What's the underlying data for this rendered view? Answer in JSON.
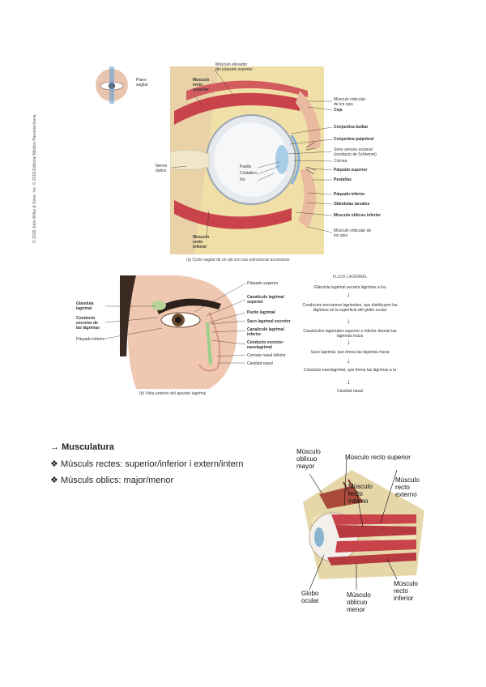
{
  "figure_a": {
    "copyright": "© 2018 John Wiley & Sons, Inc. © 2018 Editorial Médica Panamericana",
    "thumb_label": "Plano\nsagital",
    "caption": "(a) Corte sagital de un ojo con sus estructuras accesorias",
    "labels": {
      "elevador": "Músculo elevador\ndel párpado superior",
      "recto_superior": "Músculo\nrecto\nsuperior",
      "orbicular_sup": "Músculo orbicular\nde los ojos",
      "ceja": "Ceja",
      "conj_bulbar": "Conjuntiva bulbar",
      "conj_palpebral": "Conjuntiva palpebral",
      "seno": "Seno venoso escleral\n(conducto de Schlemm)",
      "cornea": "Córnea",
      "parpado_sup": "Párpado superior",
      "pestanas": "Pestañas",
      "parpado_inf": "Párpado inferior",
      "glandulas": "Glándulas tarsales",
      "obl_inf": "Músculo oblicuo inferior",
      "orbicular_inf": "Músculo orbicular de\nlos ojos",
      "nervio": "Nervio\nóptico",
      "pupila": "Pupila",
      "cristalino": "Cristalino",
      "iris": "Iris",
      "recto_inferior": "Músculo\nrecto\ninferior"
    }
  },
  "figure_b": {
    "caption": "(b) Vista anterior del aparato lagrimal",
    "labels": {
      "glandula": "Glándula\nlagrimal",
      "conductos": "Conducto\nexcretor de\nlas lágrimas",
      "parpado_inf": "Párpado inferior",
      "parpado_sup": "Párpado superior",
      "can_sup": "Canalículo lagrimal\nsuperior",
      "punto": "Punto lagrimal",
      "saco": "Saco lagrimal excretor",
      "can_inf": "Canalículo lagrimal\ninferior",
      "nasolagrimal": "Conducto excretor\nnasolagrimal",
      "cornete": "Cornete nasal inferior",
      "cavidad": "Cavidad nasal"
    }
  },
  "flow": {
    "title": "FLUJO LAGRIMAL",
    "steps": [
      "Glándula lagrimal secreta lágrimas a los",
      "Conductos excretores lagrimales,\nque distribuyen las lágrimas en la\nsuperficie del globo ocular",
      "Canalículos lagrimales superior\ne inferior drenan las lágrimas hacia",
      "Saco lagrimal, que drena las lágrimas hacia",
      "Conducto nasolagrimal, que drena\nlas lágrimas a la",
      "Cavidad nasal"
    ]
  },
  "notes": {
    "heading_arrow": "→",
    "heading": "Musculatura",
    "bullet_symbol": "❖",
    "items": [
      "Músculs rectes: superior/inferior i extern/intern",
      "Músculs oblics: major/menor"
    ]
  },
  "figure_c": {
    "labels": {
      "obl_mayor": "Músculo\noblicuo\nmayor",
      "recto_sup": "Músculo recto superior",
      "recto_int": "Músculo\nrecto\ninterno",
      "recto_ext": "Músculo\nrecto\nexterno",
      "globo": "Globo\nocular",
      "obl_menor": "Músculo\noblicuo\nmenor",
      "recto_inf": "Músculo\nrecto\ninferior"
    }
  },
  "colors": {
    "muscle": "#c8434a",
    "fat": "#f1dfa8",
    "skin": "#e9b9a0",
    "eye": "#dfe6ee"
  }
}
